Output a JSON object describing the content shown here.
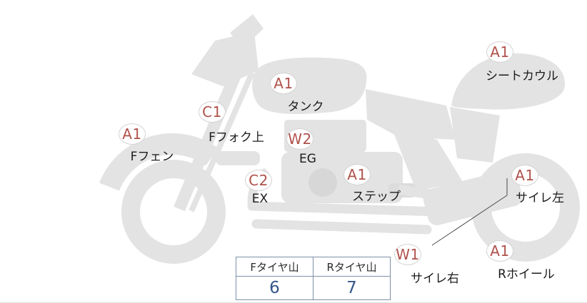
{
  "diagram": {
    "labels": [
      {
        "id": "seat-cowl",
        "grade": "A1",
        "part": "シートカウル"
      },
      {
        "id": "tank",
        "grade": "A1",
        "part": "タンク"
      },
      {
        "id": "front-fork-upper",
        "grade": "C1",
        "part": "Fフォク上"
      },
      {
        "id": "front-fender",
        "grade": "A1",
        "part": "Fフェン"
      },
      {
        "id": "engine",
        "grade": "W2",
        "part": "EG"
      },
      {
        "id": "exhaust",
        "grade": "C2",
        "part": "EX"
      },
      {
        "id": "step",
        "grade": "A1",
        "part": "ステップ"
      },
      {
        "id": "silencer-left",
        "grade": "A1",
        "part": "サイレ左"
      },
      {
        "id": "silencer-right",
        "grade": "W1",
        "part": "サイレ右"
      },
      {
        "id": "rear-wheel",
        "grade": "A1",
        "part": "Rホイール"
      }
    ]
  },
  "tire_table": {
    "columns": [
      {
        "header": "Fタイヤ山",
        "value": "6"
      },
      {
        "header": "Rタイヤ山",
        "value": "7"
      }
    ]
  },
  "colors": {
    "silhouette": "#e3e3e3",
    "silhouette_dark": "#d7d7d7",
    "grade_text": "#b0524c",
    "table_border": "#7d90a8",
    "table_value_text": "#33568a"
  }
}
